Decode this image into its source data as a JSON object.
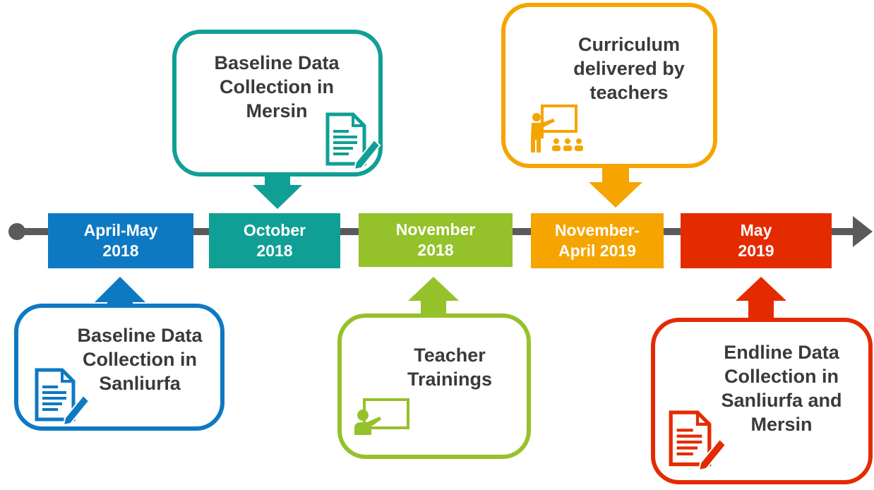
{
  "colors": {
    "blue": "#0e79c3",
    "teal": "#109f95",
    "green": "#95c12a",
    "orange": "#f6a400",
    "red": "#e42b00",
    "axis": "#5a5a5a",
    "text": "#3a3a3a"
  },
  "milestones": [
    {
      "line1": "April-May",
      "line2": "2018"
    },
    {
      "line1": "October",
      "line2": "2018"
    },
    {
      "line1": "November",
      "line2": "2018"
    },
    {
      "line1": "November-",
      "line2": "April 2019"
    },
    {
      "line1": "May",
      "line2": "2019"
    }
  ],
  "callouts": [
    {
      "lines": [
        "Baseline Data",
        "Collection in",
        "Mersin"
      ],
      "icon": "document-pen-icon"
    },
    {
      "lines": [
        "Curriculum",
        "delivered by",
        "teachers"
      ],
      "icon": "teacher-presentation-icon"
    },
    {
      "lines": [
        "Baseline Data",
        "Collection in",
        "Sanliurfa"
      ],
      "icon": "document-pen-icon"
    },
    {
      "lines": [
        "Teacher",
        "Trainings"
      ],
      "icon": "board-presenter-icon"
    },
    {
      "lines": [
        "Endline Data",
        "Collection in",
        "Sanliurfa and",
        "Mersin"
      ],
      "icon": "document-pen-icon"
    }
  ]
}
